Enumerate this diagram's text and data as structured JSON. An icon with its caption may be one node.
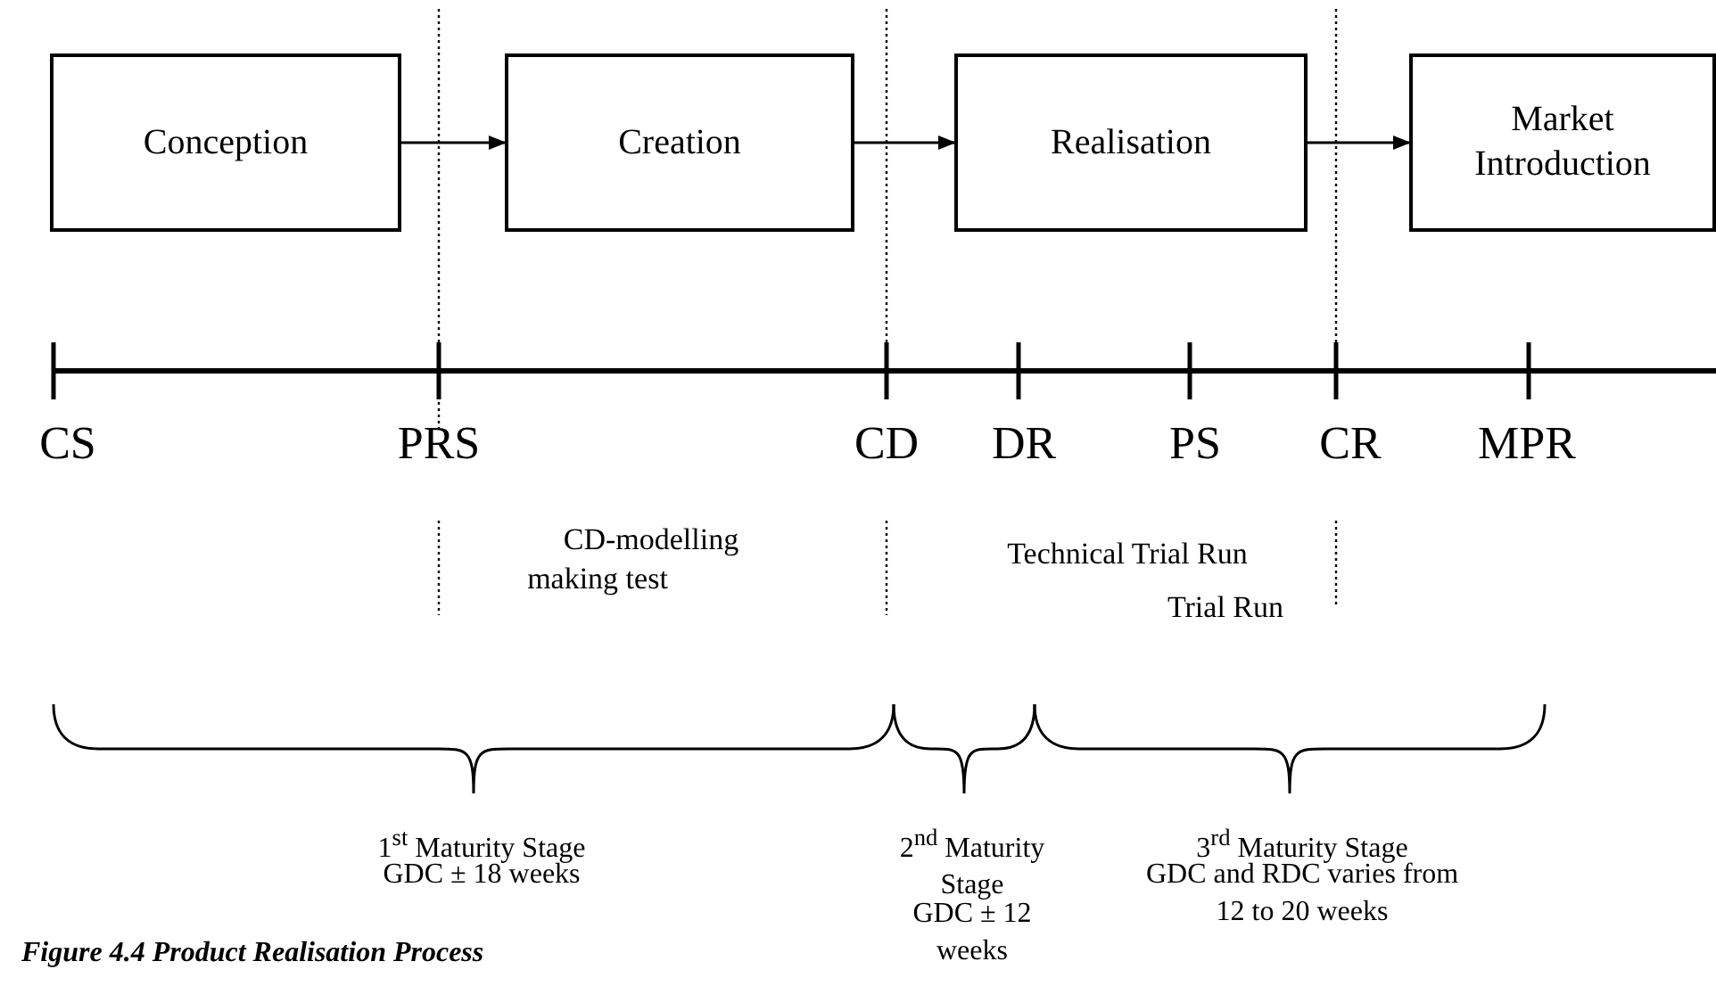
{
  "diagram": {
    "caption": "Figure 4.4 Product Realisation Process",
    "nodes": [
      {
        "text": [
          "Conception"
        ]
      },
      {
        "text": [
          "Creation"
        ]
      },
      {
        "text": [
          "Realisation"
        ]
      },
      {
        "text": [
          "Market Introduction"
        ]
      }
    ],
    "edges": [
      {
        "from": 0,
        "to": 1,
        "arrow": "to"
      },
      {
        "from": 1,
        "to": 2,
        "arrow": "to"
      },
      {
        "from": 2,
        "to": 3,
        "arrow": "to"
      }
    ],
    "labels": [
      "CS",
      "PRS",
      "CD",
      "DR",
      "PS",
      "CR",
      "MPR",
      "CD-modelling",
      "making test",
      "Technical Trial Run",
      "Trial Run",
      "1$^{st}$ Maturity Stage",
      "GDC ± 18 weeks",
      "2$^{nd}$ Maturity Stage",
      "GDC ± 12 weeks",
      "3$^{rd}$ Maturity Stage",
      "GDC and RDC varies from 12 to 20 weeks"
    ]
  }
}
